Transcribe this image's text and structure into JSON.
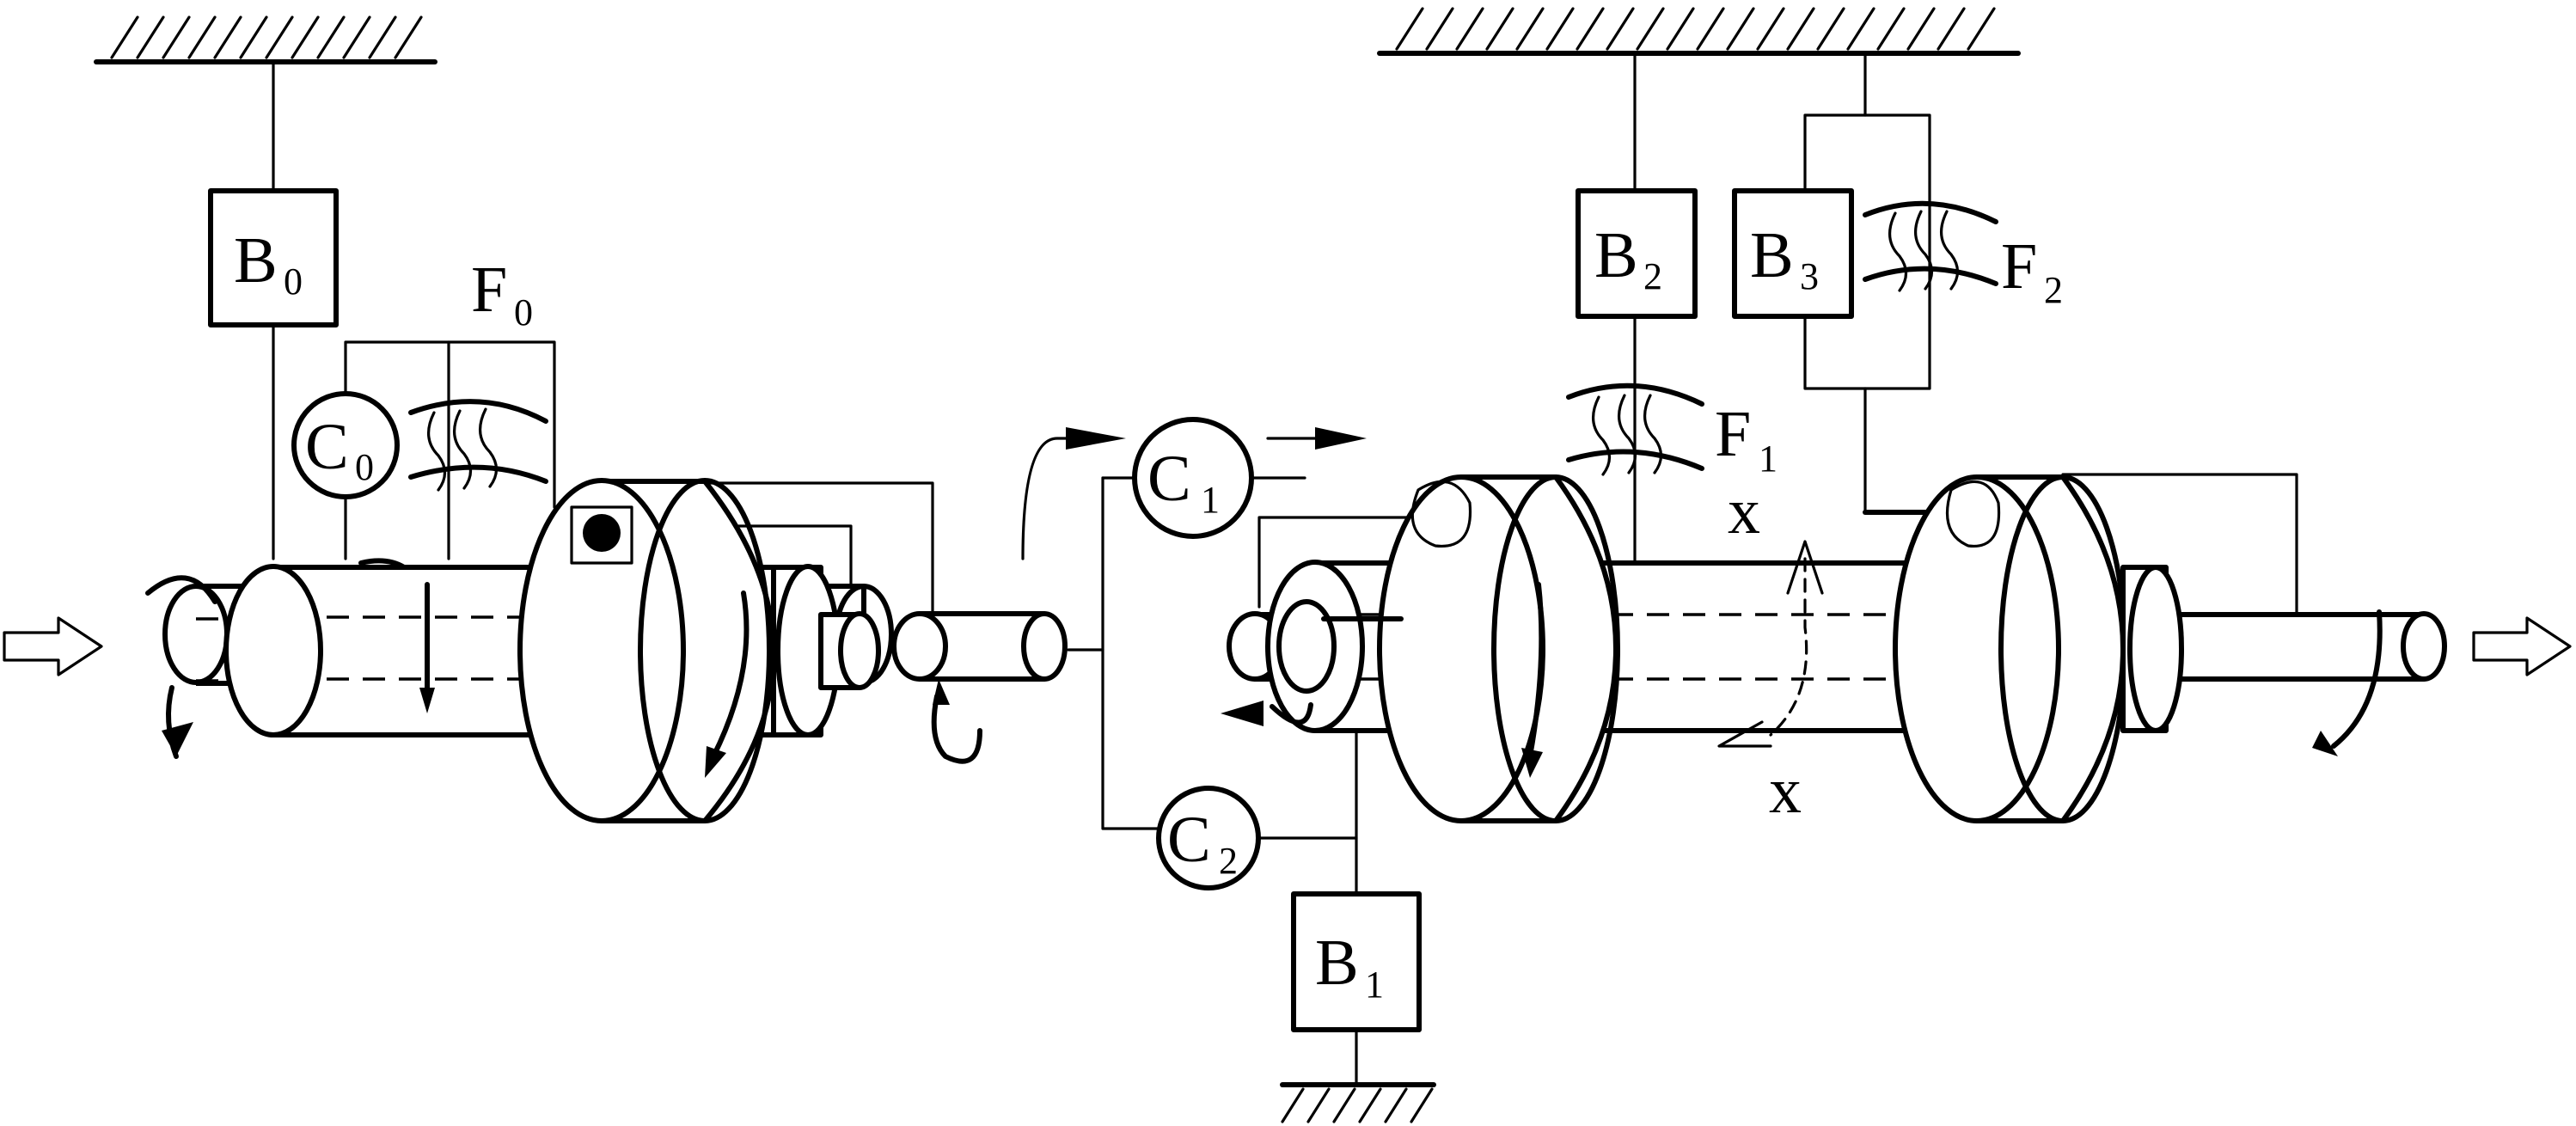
{
  "labels": {
    "B0": {
      "main": "B",
      "sub": "0"
    },
    "B1": {
      "main": "B",
      "sub": "1"
    },
    "B2": {
      "main": "B",
      "sub": "2"
    },
    "B3": {
      "main": "B",
      "sub": "3"
    },
    "C0": {
      "main": "C",
      "sub": "0"
    },
    "C1": {
      "main": "C",
      "sub": "1"
    },
    "C2": {
      "main": "C",
      "sub": "2"
    },
    "F0": {
      "main": "F",
      "sub": "0"
    },
    "F1": {
      "main": "F",
      "sub": "1"
    },
    "F2": {
      "main": "F",
      "sub": "2"
    },
    "x_top": "x",
    "x_bottom": "x"
  },
  "icons": {
    "input": "hollow-arrow-right",
    "output": "hollow-arrow-right",
    "ground": "hatched-ground",
    "one_way_clutch": "wavy-spring-symbol"
  }
}
